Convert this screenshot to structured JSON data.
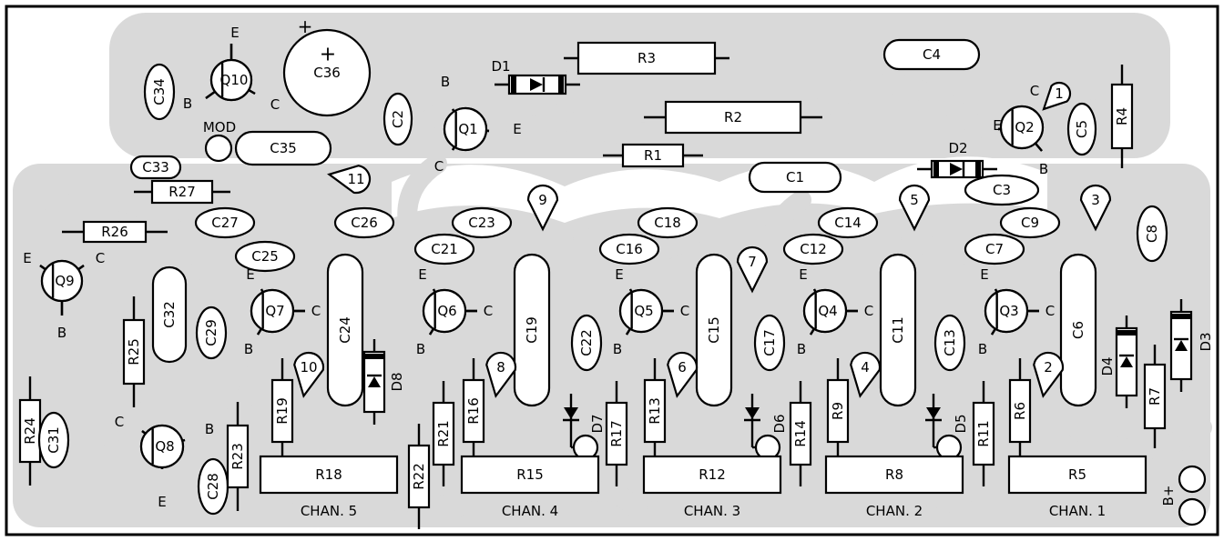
{
  "board": {
    "labels": {
      "R1": "R1",
      "R2": "R2",
      "R3": "R3",
      "R4": "R4",
      "R5": "R5",
      "R6": "R6",
      "R7": "R7",
      "R8": "R8",
      "R9": "R9",
      "R11": "R11",
      "R12": "R12",
      "R13": "R13",
      "R14": "R14",
      "R15": "R15",
      "R16": "R16",
      "R17": "R17",
      "R18": "R18",
      "R19": "R19",
      "R21": "R21",
      "R22": "R22",
      "R23": "R23",
      "R24": "R24",
      "R25": "R25",
      "R26": "R26",
      "R27": "R27",
      "C1": "C1",
      "C2": "C2",
      "C3": "C3",
      "C4": "C4",
      "C5": "C5",
      "C6": "C6",
      "C7": "C7",
      "C8": "C8",
      "C9": "C9",
      "C11": "C11",
      "C12": "C12",
      "C13": "C13",
      "C14": "C14",
      "C15": "C15",
      "C16": "C16",
      "C17": "C17",
      "C18": "C18",
      "C19": "C19",
      "C21": "C21",
      "C22": "C22",
      "C23": "C23",
      "C24": "C24",
      "C25": "C25",
      "C26": "C26",
      "C27": "C27",
      "C28": "C28",
      "C29": "C29",
      "C31": "C31",
      "C32": "C32",
      "C33": "C33",
      "C34": "C34",
      "C35": "C35",
      "C36": "C36",
      "Q1": "Q1",
      "Q2": "Q2",
      "Q3": "Q3",
      "Q4": "Q4",
      "Q5": "Q5",
      "Q6": "Q6",
      "Q7": "Q7",
      "Q8": "Q8",
      "Q9": "Q9",
      "Q10": "Q10",
      "D1": "D1",
      "D2": "D2",
      "D3": "D3",
      "D4": "D4",
      "D5": "D5",
      "D6": "D6",
      "D7": "D7",
      "D8": "D8",
      "P1": "1",
      "P2": "2",
      "P3": "3",
      "P4": "4",
      "P5": "5",
      "P6": "6",
      "P7": "7",
      "P8": "8",
      "P9": "9",
      "P10": "10",
      "P11": "11",
      "MOD": "MOD",
      "Bplus": "B+",
      "plus": "+",
      "E": "E",
      "B": "B",
      "C": "C",
      "chan1": "CHAN. 1",
      "chan2": "CHAN. 2",
      "chan3": "CHAN. 3",
      "chan4": "CHAN. 4",
      "chan5": "CHAN. 5"
    }
  }
}
